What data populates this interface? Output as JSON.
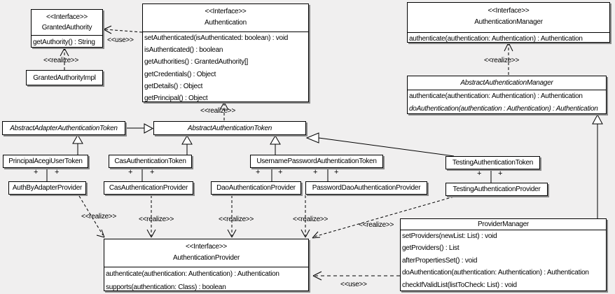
{
  "diagram": {
    "type": "uml-class-diagram",
    "subject": "Authentication provider class model"
  },
  "colors": {
    "background": "#f0efef",
    "box_fill": "#ffffff",
    "line": "#000000",
    "shadow": "#8a8a8a"
  },
  "labels": {
    "interface_stereotype": "<<Interface>>",
    "realize": "<<realize>>",
    "use": "<<use>>",
    "plus": "+"
  },
  "boxes": {
    "granted_authority": {
      "stereotype": "<<Interface>>",
      "name": "GrantedAuthority",
      "methods": [
        "getAuthority() : String"
      ]
    },
    "granted_authority_impl": {
      "name": "GrantedAuthorityImpl"
    },
    "authentication": {
      "stereotype": "<<Interface>>",
      "name": "Authentication",
      "methods": [
        "setAuthenticated(isAuthenticated: boolean) : void",
        "isAuthenticated() : boolean",
        "getAuthorities() : GrantedAuthority[]",
        "getCredentials() : Object",
        "getDetails() : Object",
        "getPrincipal() : Object"
      ]
    },
    "authentication_manager": {
      "stereotype": "<<Interface>>",
      "name": "AuthenticationManager",
      "methods": [
        "authenticate(authentication: Authentication) : Authentication"
      ]
    },
    "abstract_authentication_manager": {
      "name": "AbstractAuthenticationManager",
      "methods": [
        "authenticate(authentication: Authentication) : Authentication",
        "doAuthentication(authentication : Authentication) : Authentication"
      ]
    },
    "abstract_adapter_authentication_token": {
      "name": "AbstractAdapterAuthenticationToken"
    },
    "abstract_authentication_token": {
      "name": "AbstractAuthenticationToken"
    },
    "principal_acegi_user_token": {
      "name": "PrincipalAcegiUserToken"
    },
    "cas_authentication_token": {
      "name": "CasAuthenticationToken"
    },
    "username_password_authentication_token": {
      "name": "UsernamePasswordAuthenticationToken"
    },
    "testing_authentication_token": {
      "name": "TestingAuthenticationToken"
    },
    "auth_by_adapter_provider": {
      "name": "AuthByAdapterProvider"
    },
    "cas_authentication_provider": {
      "name": "CasAuthenticationProvider"
    },
    "dao_authentication_provider": {
      "name": "DaoAuthenticationProvider"
    },
    "password_dao_authentication_provider": {
      "name": "PasswordDaoAuthenticationProvider"
    },
    "testing_authentication_provider": {
      "name": "TestingAuthenticationProvider"
    },
    "authentication_provider": {
      "stereotype": "<<Interface>>",
      "name": "AuthenticationProvider",
      "methods": [
        "authenticate(authentication: Authentication) : Authentication",
        "supports(authentication: Class) : boolean"
      ]
    },
    "provider_manager": {
      "name": "ProviderManager",
      "methods": [
        "setProviders(newList: List) : void",
        "getProviders() : List",
        "afterPropertiesSet() : void",
        "doAuthentication(authentication: Authentication) : Authentication",
        "checkIfValidList(listToCheck: List) : void"
      ]
    }
  }
}
